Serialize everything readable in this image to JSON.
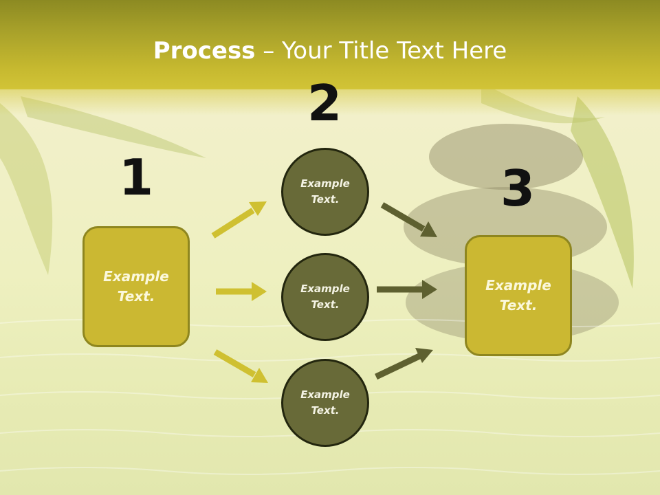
{
  "slide": {
    "title_bold": "Process",
    "title_rest": " – Your Title Text Here"
  },
  "steps": [
    {
      "number": "1"
    },
    {
      "number": "2"
    },
    {
      "number": "3"
    }
  ],
  "left_box": {
    "text": "Example\nText."
  },
  "circles": [
    {
      "text": "Example\nText."
    },
    {
      "text": "Example\nText."
    },
    {
      "text": "Example\nText."
    }
  ],
  "right_box": {
    "text": "Example\nText."
  },
  "colors": {
    "header": "#c5b82f",
    "box_fill": "#cbb832",
    "circle_fill": "#686a38",
    "arrow_left": "#cfc031",
    "arrow_right": "#5e6030"
  }
}
